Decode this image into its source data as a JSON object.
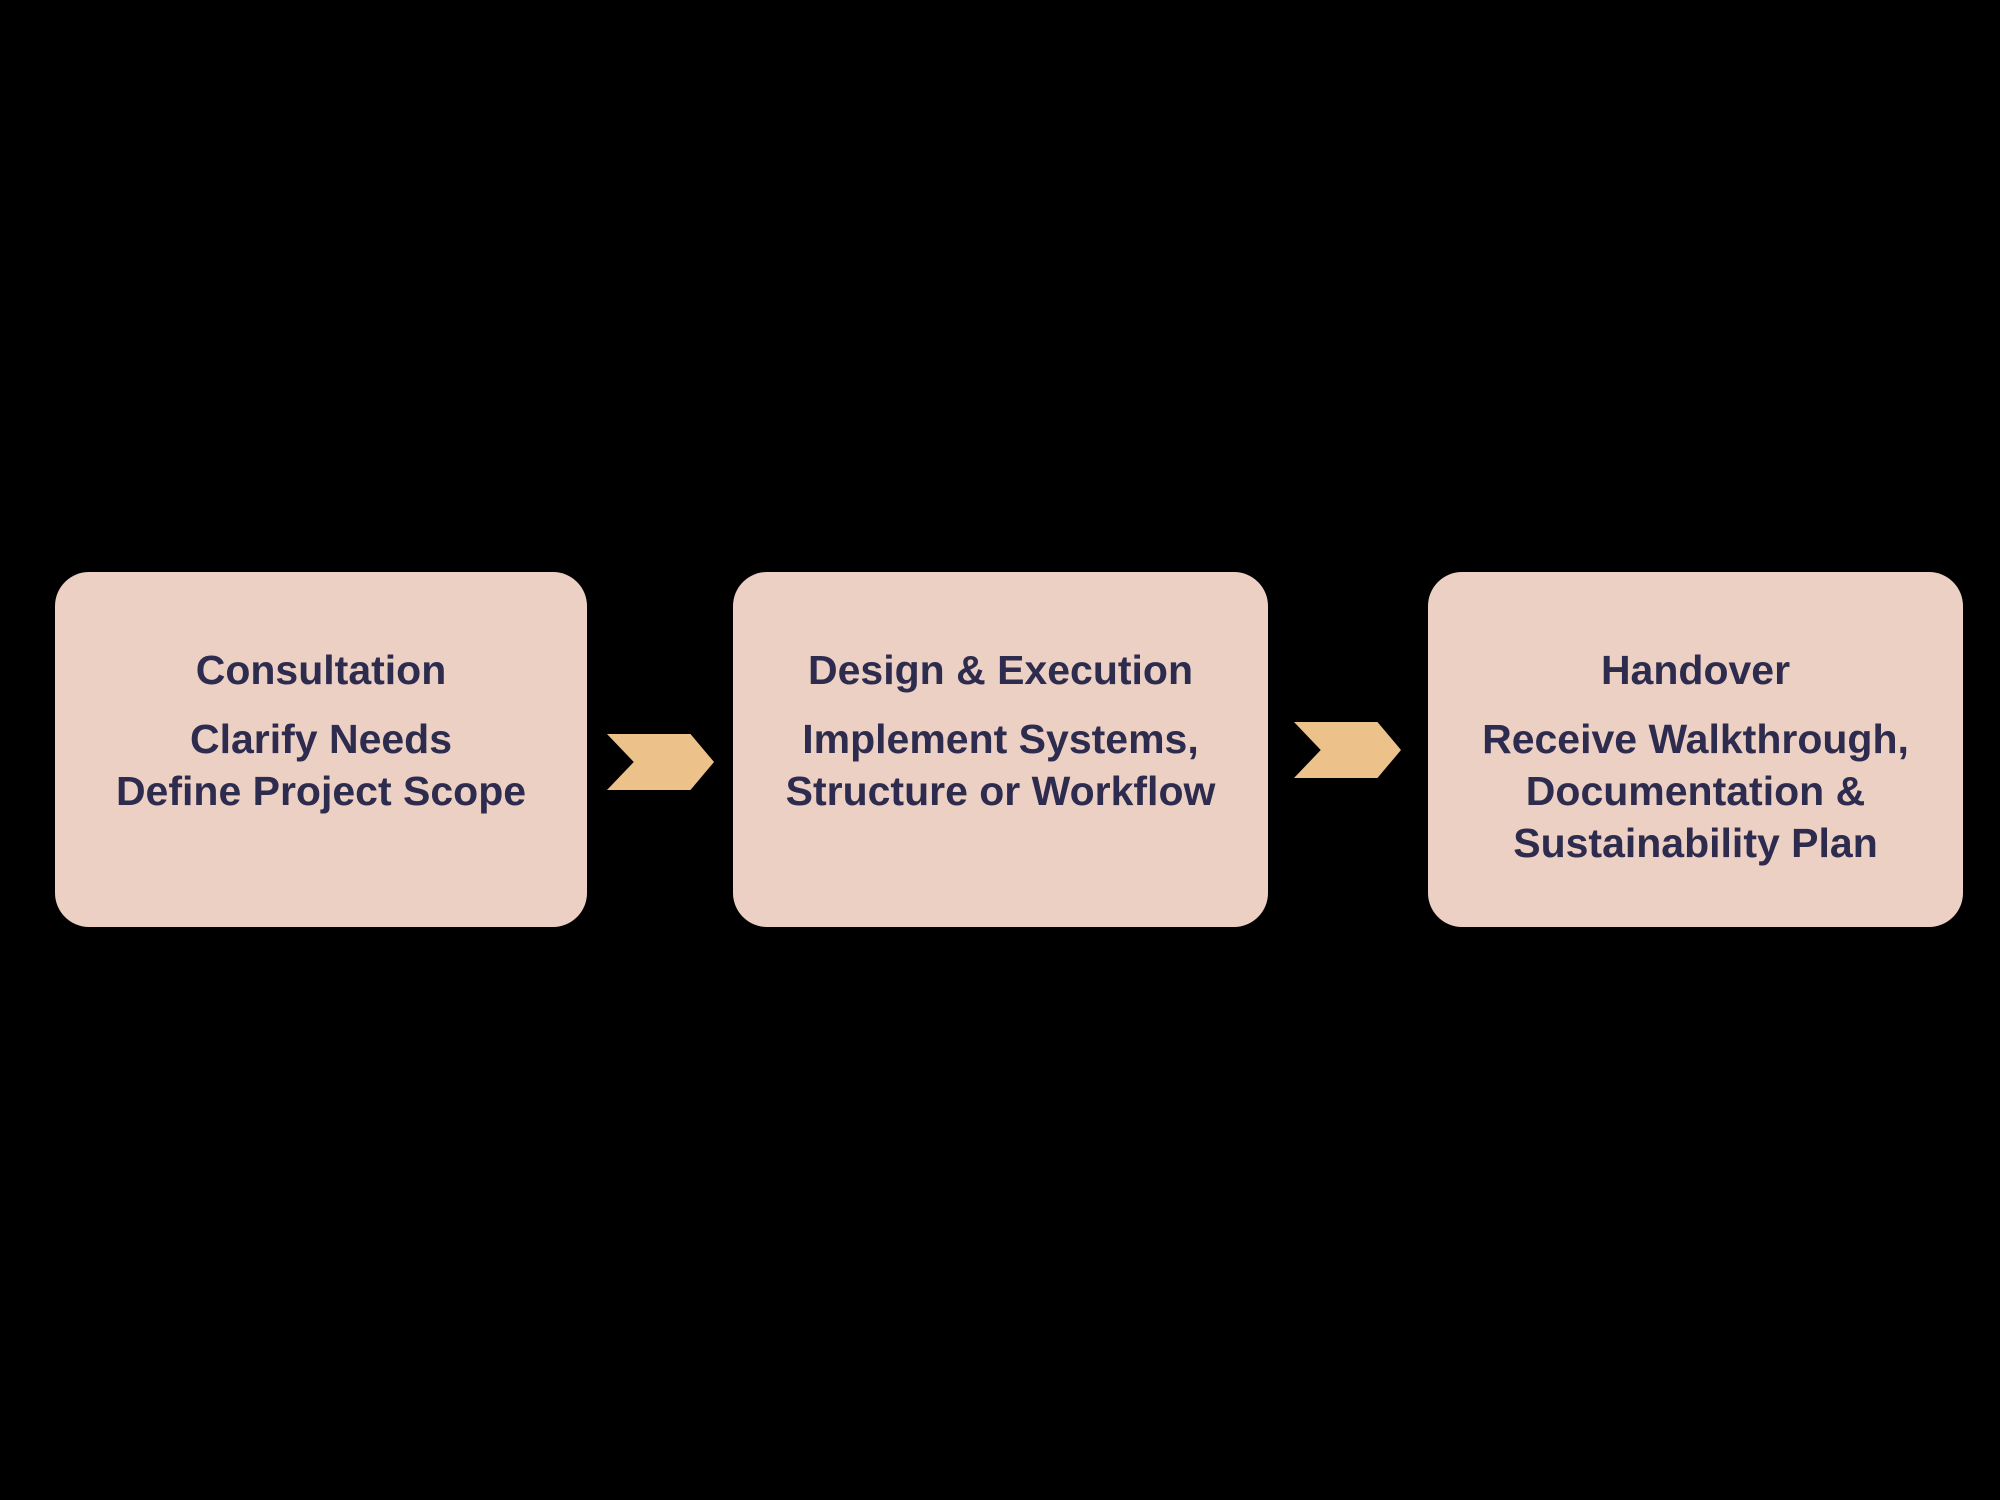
{
  "diagram": {
    "type": "process-flow",
    "background_color": "#000000",
    "box_fill_color": "#edd0c4",
    "arrow_color": "#ecc28a",
    "text_color": "#2e2c4e",
    "arrow_icon": "chevron-right-arrow"
  },
  "steps": [
    {
      "title": "Consultation",
      "lines": [
        "Clarify Needs",
        "Define Project Scope"
      ]
    },
    {
      "title": "Design & Execution",
      "lines": [
        "Implement Systems,",
        "Structure or Workflow"
      ]
    },
    {
      "title": "Handover",
      "lines": [
        "Receive Walkthrough,",
        "Documentation &",
        "Sustainability Plan"
      ]
    }
  ]
}
